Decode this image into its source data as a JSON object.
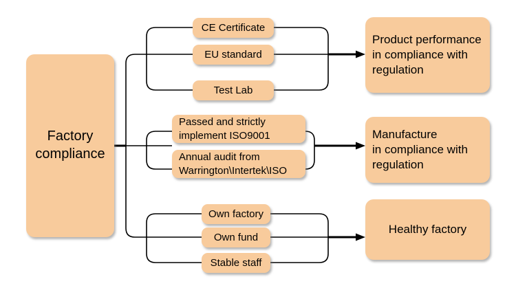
{
  "diagram": {
    "title": "Factory compliance",
    "type": "tree-bracket-diagram",
    "accent_color": "#f8cb9c",
    "line_color": "#000000",
    "background_color": "#ffffff",
    "root": {
      "label": "Factory\ncompliance"
    },
    "groups": [
      {
        "id": "product",
        "items": [
          {
            "label": "CE Certificate"
          },
          {
            "label": "EU standard"
          },
          {
            "label": "Test Lab"
          }
        ],
        "result": {
          "label": "Product performance\nin compliance with\nregulation"
        }
      },
      {
        "id": "manufacture",
        "items": [
          {
            "label": "Passed and strictly\nimplement ISO9001"
          },
          {
            "label": "Annual audit from\nWarrington\\Intertek\\ISO"
          }
        ],
        "result": {
          "label": "Manufacture\nin compliance with\nregulation"
        }
      },
      {
        "id": "healthy",
        "items": [
          {
            "label": "Own factory"
          },
          {
            "label": "Own fund"
          },
          {
            "label": "Stable staff"
          }
        ],
        "result": {
          "label": "Healthy factory"
        }
      }
    ]
  }
}
